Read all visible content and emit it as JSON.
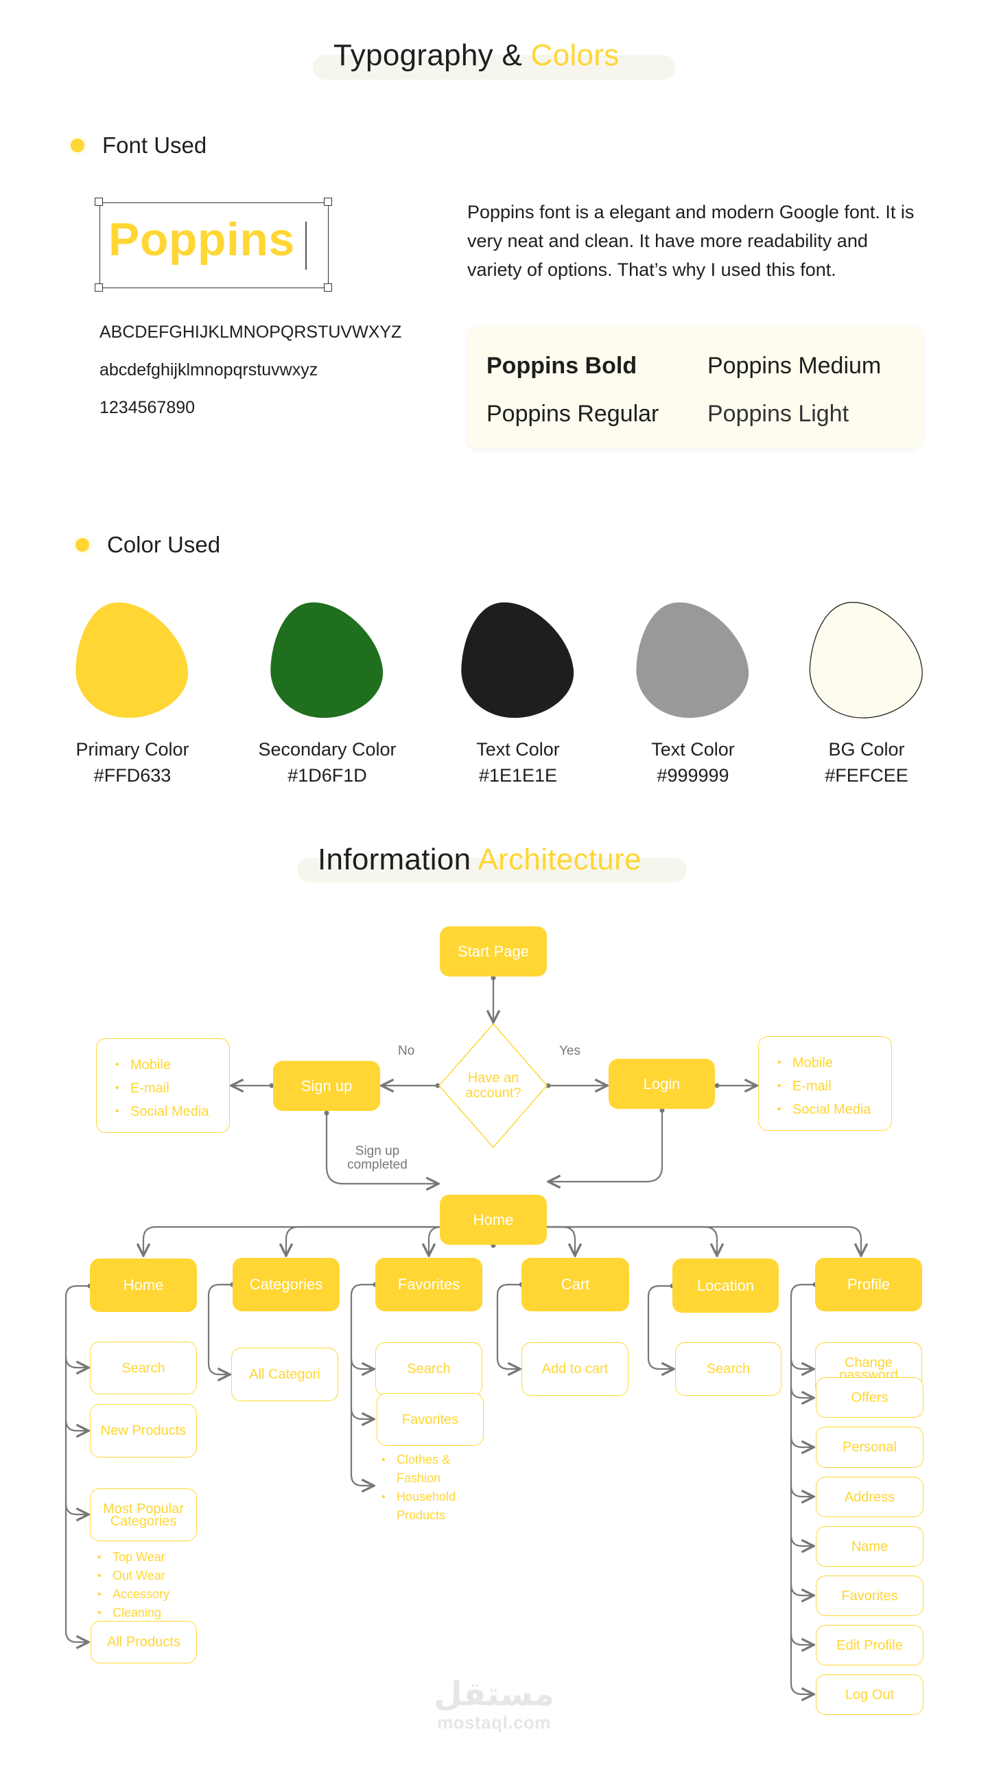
{
  "typography_section": {
    "title_main": "Typography &",
    "title_accent": "Colors",
    "font_used_heading": "Font Used",
    "sample_word": "Poppins",
    "uppercase": "ABCDEFGHIJKLMNOPQRSTUVWXYZ",
    "lowercase": "abcdefghijklmnopqrstuvwxyz",
    "digits": "1234567890",
    "description": "Poppins font is a elegant and modern Google font. It is very neat and clean. It have more readability and variety of options. That’s why I used this font.",
    "weights": [
      "Poppins Bold",
      "Poppins Medium",
      "Poppins Regular",
      "Poppins Light"
    ]
  },
  "color_section": {
    "heading": "Color Used",
    "swatches": [
      {
        "label": "Primary Color",
        "hex": "#FFD633",
        "color": "#FFD633"
      },
      {
        "label": "Secondary Color",
        "hex": "#1D6F1D",
        "color": "#1F6F1F"
      },
      {
        "label": "Text Color",
        "hex": "#1E1E1E",
        "color": "#1E1E1E"
      },
      {
        "label": "Text Color",
        "hex": "#999999",
        "color": "#999999"
      },
      {
        "label": "BG Color",
        "hex": "#FEFCEE",
        "color": "#FEFCEE"
      }
    ]
  },
  "ia_section": {
    "title_main": "Information",
    "title_accent": "Architecture",
    "start": "Start Page",
    "decision": "Have an account?",
    "no_label": "No",
    "yes_label": "Yes",
    "signup": "Sign up",
    "login": "Login",
    "signup_options": [
      "Mobile",
      "E-mail",
      "Social Media"
    ],
    "login_options": [
      "Mobile",
      "E-mail",
      "Social Media"
    ],
    "signup_completed": "Sign up completed",
    "home": "Home",
    "branches": [
      {
        "label": "Home",
        "children": [
          "Search",
          "New Products",
          "Most Popular Categories",
          "All Products"
        ],
        "bullets": [
          "Top Wear",
          "Out Wear",
          "Accessory",
          "Cleaning"
        ]
      },
      {
        "label": "Categories",
        "children": [
          "All Categori"
        ]
      },
      {
        "label": "Favorites",
        "children": [
          "Search",
          "Favorites"
        ],
        "bullets": [
          "Clothes & Fashion",
          "Household Products"
        ]
      },
      {
        "label": "Cart",
        "children": [
          "Add to cart"
        ]
      },
      {
        "label": "Location",
        "children": [
          "Search"
        ]
      },
      {
        "label": "Profile",
        "children": [
          "Change password",
          "Offers",
          "Personal",
          "Address",
          "Name",
          "Favorites",
          "Edit Profile",
          "Log Out"
        ]
      }
    ]
  },
  "watermark": {
    "arabic": "مستقل",
    "latin": "mostaql.com"
  },
  "colors": {
    "primary": "#FFD633",
    "connector": "#777777",
    "pill": "#F7F6EE",
    "card_bg": "#FEFCEE"
  }
}
